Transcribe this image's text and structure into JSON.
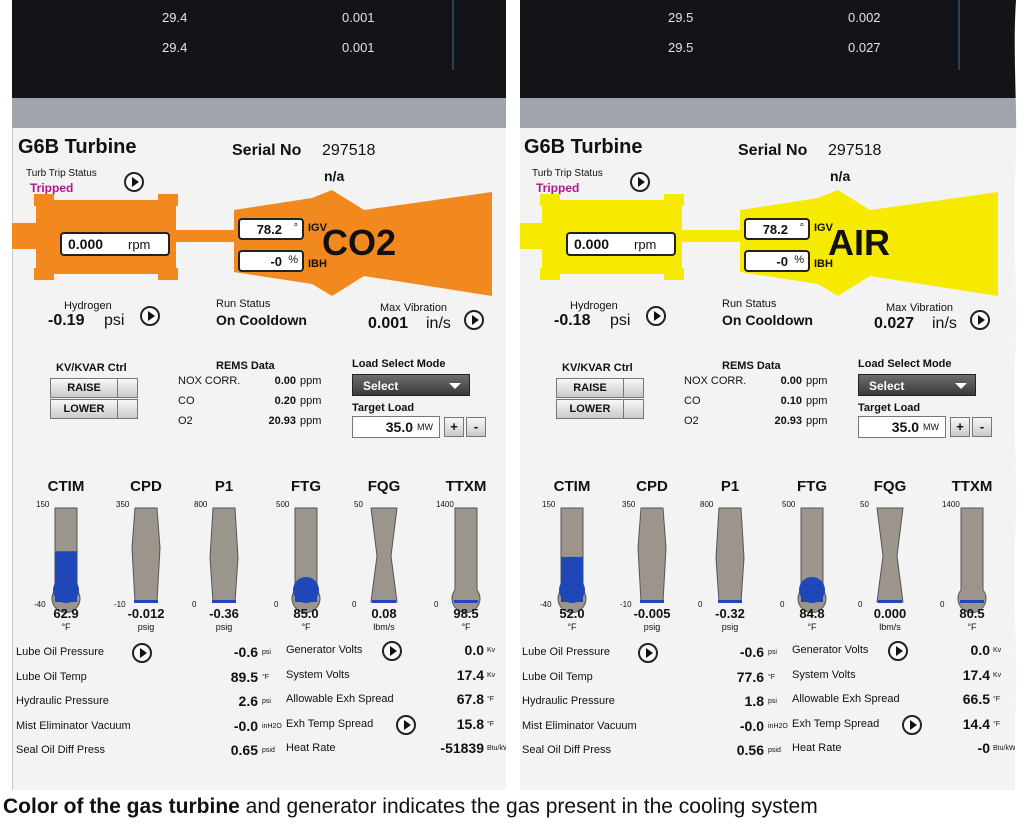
{
  "caption": {
    "bold": "Color of the gas turbine",
    "rest": " and generator indicates the gas present in the cooling system"
  },
  "panels": [
    {
      "top_values": [
        [
          "29.4",
          "0.001"
        ],
        [
          "29.4",
          "0.001"
        ]
      ],
      "title": "G6B Turbine",
      "serial_label": "Serial No",
      "serial_number": "297518",
      "na": "n/a",
      "trip_label": "Turb Trip Status",
      "trip_status": "Tripped",
      "rpm_value": "0.000",
      "rpm_unit": "rpm",
      "igv_value": "78.2",
      "igv_unit": "°",
      "igv_label": "IGV",
      "ibh_value": "-0",
      "ibh_unit": "%",
      "ibh_label": "IBH",
      "gas": "CO2",
      "gas_color": "#f2891f",
      "hydrogen_label": "Hydrogen",
      "hydrogen_value": "-0.19",
      "hydrogen_unit": "psi",
      "run_status_label": "Run Status",
      "run_status": "On Cooldown",
      "max_vib_label": "Max Vibration",
      "max_vib_value": "0.001",
      "max_vib_unit": "in/s",
      "kv_label": "KV/KVAR Ctrl",
      "raise": "RAISE",
      "lower": "LOWER",
      "rems_label": "REMS Data",
      "rems": [
        {
          "name": "NOX CORR.",
          "value": "0.00",
          "unit": "ppm"
        },
        {
          "name": "CO",
          "value": "0.20",
          "unit": "ppm"
        },
        {
          "name": "O2",
          "value": "20.93",
          "unit": "ppm"
        }
      ],
      "load_mode_label": "Load Select Mode",
      "load_select": "Select",
      "target_load_label": "Target Load",
      "target_load_value": "35.0",
      "target_load_unit": "MW",
      "plus": "+",
      "minus": "-",
      "gauges": [
        {
          "name": "CTIM",
          "value": "62.9",
          "unit": "°F",
          "max": "150",
          "min": "-40",
          "fill": 0.54
        },
        {
          "name": "CPD",
          "value": "-0.012",
          "unit": "psig",
          "max": "350",
          "min": "-10",
          "fill": 0.02
        },
        {
          "name": "P1",
          "value": "-0.36",
          "unit": "psig",
          "max": "800",
          "min": "0",
          "fill": 0.0
        },
        {
          "name": "FTG",
          "value": "85.0",
          "unit": "°F",
          "max": "500",
          "min": "0",
          "fill": 0.17
        },
        {
          "name": "FQG",
          "value": "0.08",
          "unit": "lbm/s",
          "max": "50",
          "min": "0",
          "fill": 0.0
        },
        {
          "name": "TTXM",
          "value": "98.5",
          "unit": "°F",
          "max": "1400",
          "min": "0",
          "fill": 0.03
        }
      ],
      "readings_left": [
        {
          "label": "Lube Oil Pressure",
          "value": "-0.6",
          "unit": "psi",
          "has_btn": true
        },
        {
          "label": "Lube Oil Temp",
          "value": "89.5",
          "unit": "°F",
          "has_btn": false
        },
        {
          "label": "Hydraulic Pressure",
          "value": "2.6",
          "unit": "psi",
          "has_btn": false
        },
        {
          "label": "Mist Eliminator Vacuum",
          "value": "-0.0",
          "unit": "inH2O",
          "has_btn": false
        },
        {
          "label": "Seal Oil Diff Press",
          "value": "0.65",
          "unit": "psid",
          "has_btn": false
        }
      ],
      "readings_right": [
        {
          "label": "Generator Volts",
          "value": "0.0",
          "unit": "Kv",
          "has_btn": true
        },
        {
          "label": "System Volts",
          "value": "17.4",
          "unit": "Kv",
          "has_btn": false
        },
        {
          "label": "Allowable Exh Spread",
          "value": "67.8",
          "unit": "°F",
          "has_btn": false
        },
        {
          "label": "Exh Temp Spread",
          "value": "15.8",
          "unit": "°F",
          "has_btn": true
        },
        {
          "label": "Heat Rate",
          "value": "-51839",
          "unit": "Btu/kWh",
          "has_btn": false
        }
      ]
    },
    {
      "top_values": [
        [
          "29.5",
          "0.002"
        ],
        [
          "29.5",
          "0.027"
        ]
      ],
      "title": "G6B Turbine",
      "serial_label": "Serial No",
      "serial_number": "297518",
      "na": "n/a",
      "trip_label": "Turb Trip Status",
      "trip_status": "Tripped",
      "rpm_value": "0.000",
      "rpm_unit": "rpm",
      "igv_value": "78.2",
      "igv_unit": "°",
      "igv_label": "IGV",
      "ibh_value": "-0",
      "ibh_unit": "%",
      "ibh_label": "IBH",
      "gas": "AIR",
      "gas_color": "#f5ea00",
      "hydrogen_label": "Hydrogen",
      "hydrogen_value": "-0.18",
      "hydrogen_unit": "psi",
      "run_status_label": "Run Status",
      "run_status": "On Cooldown",
      "max_vib_label": "Max Vibration",
      "max_vib_value": "0.027",
      "max_vib_unit": "in/s",
      "kv_label": "KV/KVAR Ctrl",
      "raise": "RAISE",
      "lower": "LOWER",
      "rems_label": "REMS Data",
      "rems": [
        {
          "name": "NOX CORR.",
          "value": "0.00",
          "unit": "ppm"
        },
        {
          "name": "CO",
          "value": "0.10",
          "unit": "ppm"
        },
        {
          "name": "O2",
          "value": "20.93",
          "unit": "ppm"
        }
      ],
      "load_mode_label": "Load Select Mode",
      "load_select": "Select",
      "target_load_label": "Target Load",
      "target_load_value": "35.0",
      "target_load_unit": "MW",
      "plus": "+",
      "minus": "-",
      "gauges": [
        {
          "name": "CTIM",
          "value": "52.0",
          "unit": "°F",
          "max": "150",
          "min": "-40",
          "fill": 0.48
        },
        {
          "name": "CPD",
          "value": "-0.005",
          "unit": "psig",
          "max": "350",
          "min": "-10",
          "fill": 0.02
        },
        {
          "name": "P1",
          "value": "-0.32",
          "unit": "psig",
          "max": "800",
          "min": "0",
          "fill": 0.0
        },
        {
          "name": "FTG",
          "value": "84.8",
          "unit": "°F",
          "max": "500",
          "min": "0",
          "fill": 0.17
        },
        {
          "name": "FQG",
          "value": "0.000",
          "unit": "lbm/s",
          "max": "50",
          "min": "0",
          "fill": 0.0
        },
        {
          "name": "TTXM",
          "value": "80.5",
          "unit": "°F",
          "max": "1400",
          "min": "0",
          "fill": 0.03
        }
      ],
      "readings_left": [
        {
          "label": "Lube Oil Pressure",
          "value": "-0.6",
          "unit": "psi",
          "has_btn": true
        },
        {
          "label": "Lube Oil Temp",
          "value": "77.6",
          "unit": "°F",
          "has_btn": false
        },
        {
          "label": "Hydraulic Pressure",
          "value": "1.8",
          "unit": "psi",
          "has_btn": false
        },
        {
          "label": "Mist Eliminator Vacuum",
          "value": "-0.0",
          "unit": "inH2O",
          "has_btn": false
        },
        {
          "label": "Seal Oil Diff Press",
          "value": "0.56",
          "unit": "psid",
          "has_btn": false
        }
      ],
      "readings_right": [
        {
          "label": "Generator Volts",
          "value": "0.0",
          "unit": "Kv",
          "has_btn": true
        },
        {
          "label": "System Volts",
          "value": "17.4",
          "unit": "Kv",
          "has_btn": false
        },
        {
          "label": "Allowable Exh Spread",
          "value": "66.5",
          "unit": "°F",
          "has_btn": false
        },
        {
          "label": "Exh Temp Spread",
          "value": "14.4",
          "unit": "°F",
          "has_btn": true
        },
        {
          "label": "Heat Rate",
          "value": "-0",
          "unit": "Btu/kWh",
          "has_btn": false
        }
      ]
    }
  ]
}
